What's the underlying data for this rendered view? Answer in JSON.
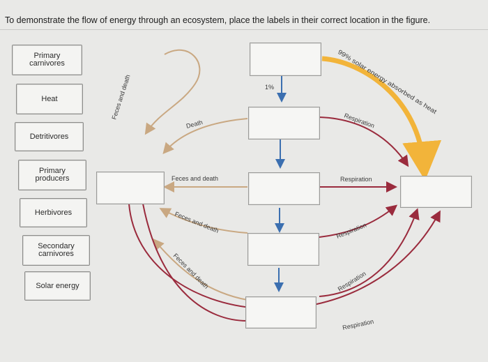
{
  "instruction": "To demonstrate the flow of energy through an ecosystem, place the labels in their correct location in the figure.",
  "labels": {
    "primary_carnivores": [
      "Primary",
      "carnivores"
    ],
    "heat": "Heat",
    "detritivores": "Detritivores",
    "primary_producers": [
      "Primary",
      "producers"
    ],
    "herbivores": "Herbivores",
    "secondary_carnivores": [
      "Secondary",
      "carnivores"
    ],
    "solar_energy": "Solar energy"
  },
  "figure": {
    "solar_absorbed": "99% solar energy absorbed as heat",
    "one_percent": "1%",
    "feces_and_death_left": "Feces and death",
    "death": "Death",
    "feces_and_death": "Feces and death",
    "feces_and_death_2": "Feces and death",
    "feces_and_death_3": "Feces and death",
    "respiration_1": "Respiration",
    "respiration_2": "Respiration",
    "respiration_3": "Respiration",
    "respiration_4": "Respiration",
    "respiration_5": "Respiration"
  },
  "colors": {
    "solar_arrow": "#f2b43a",
    "respiration_arrow": "#9a2b3d",
    "feces_arrow": "#c9a882",
    "down_arrow": "#3b6fb0"
  }
}
